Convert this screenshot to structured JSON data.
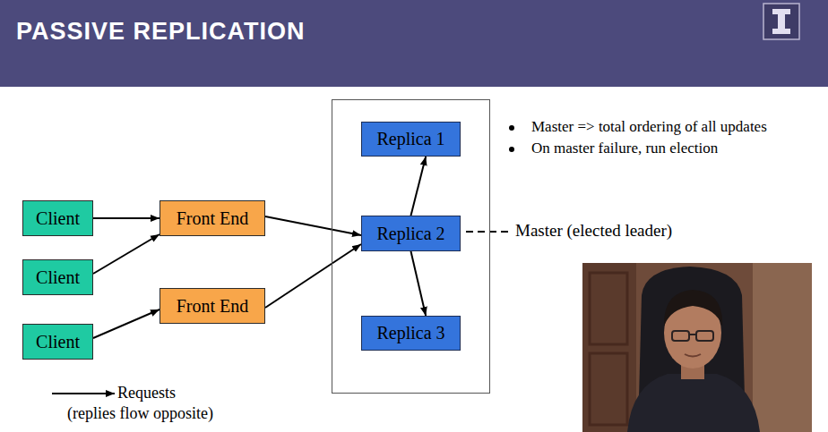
{
  "diagram": {
    "title": "PASSIVE REPLICATION",
    "nodes": [
      {
        "text": [
          "Client"
        ]
      },
      {
        "text": [
          "Client"
        ]
      },
      {
        "text": [
          "Client"
        ]
      },
      {
        "text": [
          "Front End"
        ]
      },
      {
        "text": [
          "Front End"
        ]
      },
      {
        "text": []
      },
      {
        "text": [
          "Replica 1"
        ],
        "in": 5
      },
      {
        "text": [
          "Replica 2"
        ],
        "in": 5
      },
      {
        "text": [
          "Replica 3"
        ],
        "in": 5
      }
    ],
    "edges": [
      {
        "from": 0,
        "to": 3,
        "arrow": "to"
      },
      {
        "from": 1,
        "to": 3,
        "arrow": "to"
      },
      {
        "from": 2,
        "to": 4,
        "arrow": "to"
      },
      {
        "from": 3,
        "to": 7,
        "arrow": "to"
      },
      {
        "from": 4,
        "to": 7,
        "arrow": "to"
      },
      {
        "from": 7,
        "to": 6,
        "arrow": "to"
      },
      {
        "from": 7,
        "to": 8,
        "arrow": "to"
      }
    ],
    "labels": [
      "Master => total ordering of all updates",
      "On master failure, run election",
      "Master (elected leader)"
    ],
    "legend": [
      {
        "text": "Requests (replies flow opposite)"
      }
    ]
  }
}
